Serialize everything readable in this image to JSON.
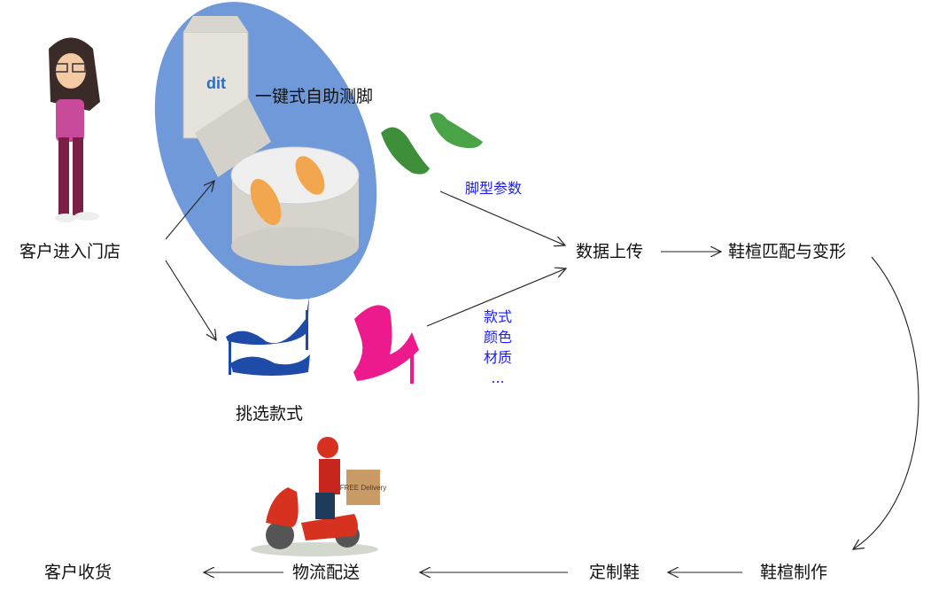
{
  "nodes": {
    "enter_store": "客户进入门店",
    "self_measure": "一键式自助测脚",
    "choose_style": "挑选款式",
    "data_upload": "数据上传",
    "last_match": "鞋楦匹配与变形",
    "last_make": "鞋楦制作",
    "custom_shoe": "定制鞋",
    "logistics": "物流配送",
    "receive": "客户收货"
  },
  "edge_labels": {
    "foot_params": "脚型参数",
    "style_attrs": [
      "款式",
      "颜色",
      "材质",
      "..."
    ]
  },
  "images": {
    "machine_brand": "dit",
    "delivery_box": "FREE Delivery"
  },
  "colors": {
    "ellipse": "#6f99d8",
    "edge_text": "#1a1aff",
    "foot_model": "#3d8f3a",
    "blue_shoe": "#1e4aa8",
    "pink_shoe": "#ec1a8c",
    "scooter": "#d7321f"
  }
}
